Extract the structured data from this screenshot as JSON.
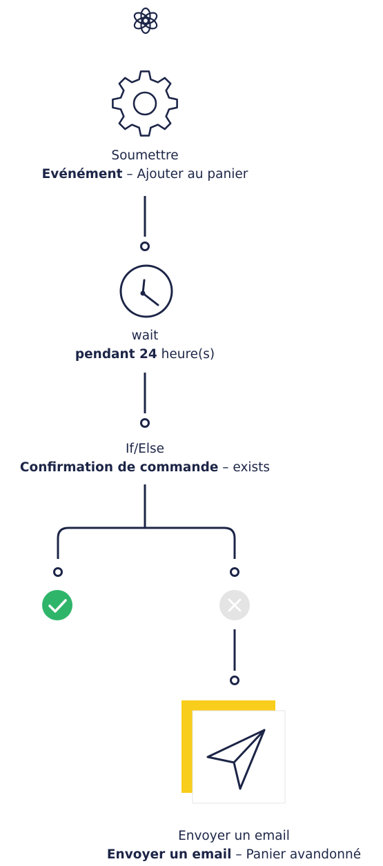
{
  "colors": {
    "ink": "#1c2547",
    "success": "#2fb56a",
    "disabled": "#e4e4e4",
    "accent": "#f8cd1b"
  },
  "icons": {
    "logo": "brand-swirl-icon",
    "trigger": "gear-icon",
    "wait": "clock-icon",
    "yes_branch": "check-circle-icon",
    "no_branch": "x-circle-icon",
    "action": "paper-plane-icon"
  },
  "steps": {
    "trigger": {
      "type_label": "Soumettre",
      "detail_bold": "Evénément",
      "detail_sep": " – ",
      "detail_rest": "Ajouter au panier"
    },
    "wait": {
      "type_label": "wait",
      "detail_bold": "pendant 24",
      "detail_rest": " heure(s)"
    },
    "condition": {
      "type_label": "If/Else",
      "detail_bold": "Confirmation de commande",
      "detail_sep": " – ",
      "detail_rest": "exists"
    },
    "action": {
      "type_label": "Envoyer un email",
      "detail_bold": "Envoyer un email",
      "detail_sep": " – ",
      "detail_rest": "Panier avandonné"
    }
  }
}
